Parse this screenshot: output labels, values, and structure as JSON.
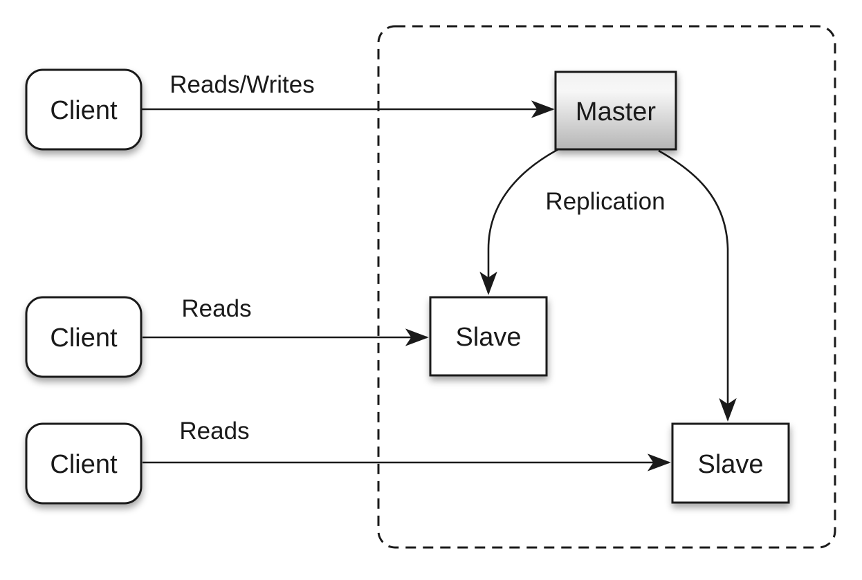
{
  "diagram": {
    "colors": {
      "bg": "#ffffff",
      "stroke": "#1a1a1a",
      "node-fill": "#ffffff",
      "master-fill-top": "#f2f2f2",
      "master-fill-bottom": "#b5b5b5"
    },
    "clients": [
      {
        "label": "Client"
      },
      {
        "label": "Client"
      },
      {
        "label": "Client"
      }
    ],
    "master": {
      "label": "Master"
    },
    "slaves": [
      {
        "label": "Slave"
      },
      {
        "label": "Slave"
      }
    ],
    "edges": {
      "reads_writes": "Reads/Writes",
      "reads_middle": "Reads",
      "reads_bottom": "Reads",
      "replication": "Replication"
    }
  }
}
